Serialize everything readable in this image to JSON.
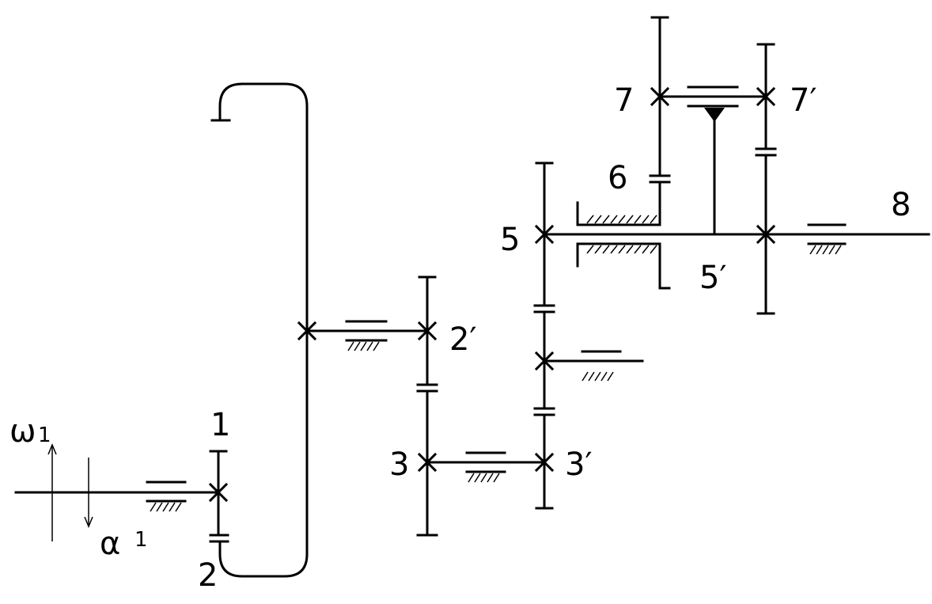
{
  "labels": {
    "gear_1": "1",
    "gear_2": "2",
    "gear_2p": "2′",
    "gear_3": "3",
    "gear_3p": "3′",
    "gear_5": "5",
    "gear_5p": "5′",
    "gear_6": "6",
    "gear_7": "7",
    "gear_7p": "7′",
    "shaft_8": "8",
    "omega_symbol": "ω",
    "omega_sub": "1",
    "alpha_symbol": "α",
    "alpha_sub": "1"
  },
  "colors": {
    "ink": "#000000",
    "background": "#ffffff"
  }
}
